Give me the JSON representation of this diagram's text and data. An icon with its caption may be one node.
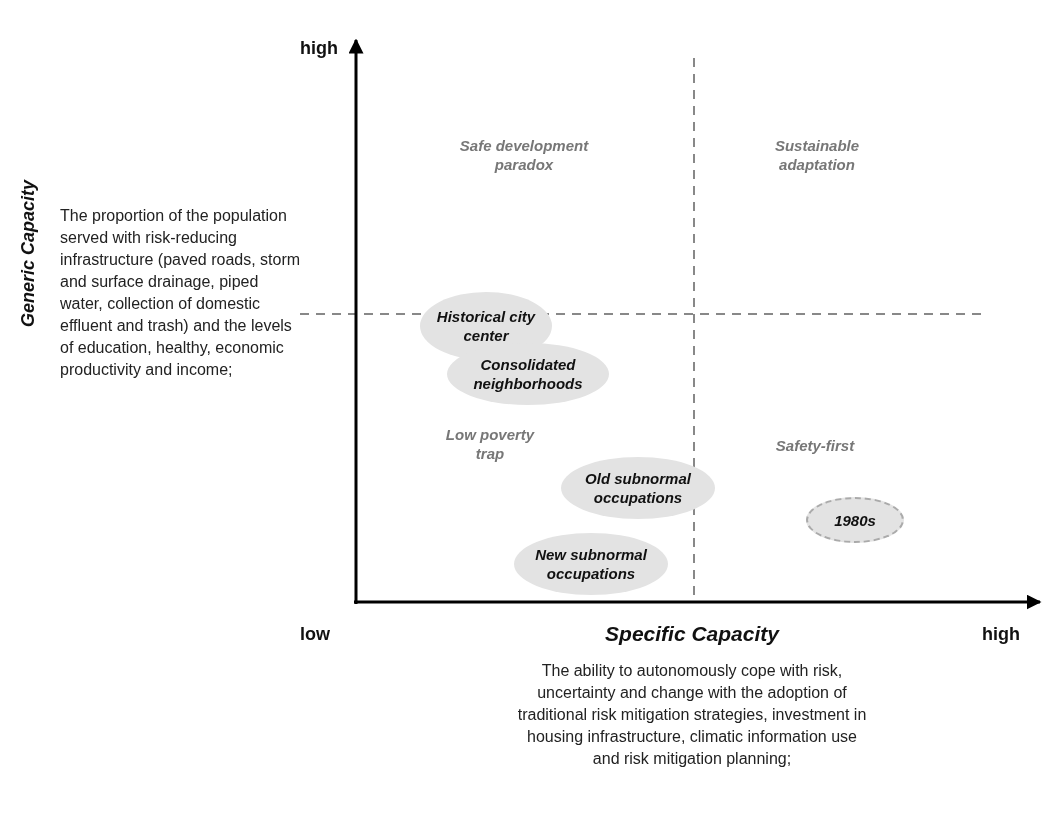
{
  "diagram": {
    "nodes": [
      {
        "text": [
          "Historical city center"
        ]
      },
      {
        "text": [
          "Consolidated neighborhoods"
        ]
      },
      {
        "text": [
          "Old subnormal occupations"
        ]
      },
      {
        "text": [
          "1980s"
        ]
      },
      {
        "text": [
          "New subnormal occupations"
        ]
      }
    ],
    "edges": [],
    "labels": [
      "high",
      "Safe development paradox",
      "Sustainable adaptation",
      "Generic Capacity",
      "The proportion of the population served with risk-reducing infrastructure (paved roads, storm and surface drainage, piped water, collection of domestic effluent and trash) and the levels of education, healthy, economic productivity and income;",
      "Low poverty trap",
      "Safety-first",
      "low",
      "Specific Capacity",
      "high",
      "The ability to autonomously cope with risk, uncertainty and change with the adoption of traditional risk mitigation strategies, investment in housing infrastructure, climatic information use and risk mitigation planning;"
    ]
  }
}
